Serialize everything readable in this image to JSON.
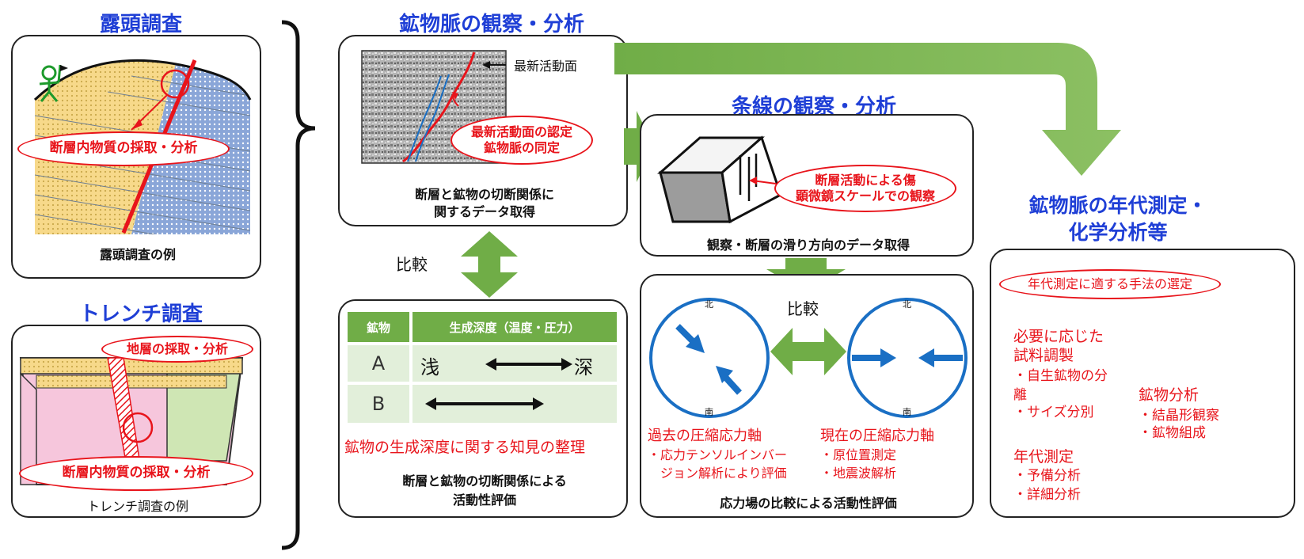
{
  "outcrop": {
    "title": "露頭調査",
    "oval": "断層内物質の採取・分析",
    "caption": "露頭調査の例"
  },
  "trench": {
    "title": "トレンチ調査",
    "oval_top": "地層の採取・分析",
    "oval_bottom": "断層内物質の採取・分析",
    "caption": "トレンチ調査の例"
  },
  "vein": {
    "title": "鉱物脈の観察・分析",
    "label_latest": "最新活動面",
    "oval_line1": "最新活動面の認定",
    "oval_line2": "鉱物脈の同定",
    "caption_line1": "断層と鉱物の切断関係に",
    "caption_line2": "関するデータ取得"
  },
  "compare_left": "比較",
  "depth": {
    "header_mineral": "鉱物",
    "header_depth": "生成深度（温度・圧力）",
    "rows": [
      {
        "mineral": "A",
        "shallow": "浅",
        "deep": "深"
      },
      {
        "mineral": "B",
        "shallow": "",
        "deep": ""
      }
    ],
    "red_line": "鉱物の生成深度に関する知見の整理",
    "caption_line1": "断層と鉱物の切断関係による",
    "caption_line2": "活動性評価"
  },
  "striation": {
    "title": "条線の観察・分析",
    "oval_line1": "断層活動による傷",
    "oval_line2": "顕微鏡スケールでの観察",
    "caption": "観察・断層の滑り方向のデータ取得"
  },
  "stress": {
    "compare": "比較",
    "north": "北",
    "south": "南",
    "past_title": "過去の圧縮応力軸",
    "past_item_line1": "・応力テンソルインバー",
    "past_item_line2": "ジョン解析により評価",
    "present_title": "現在の圧縮応力軸",
    "present_items": [
      "・原位置測定",
      "・地震波解析"
    ],
    "caption": "応力場の比較による活動性評価"
  },
  "dating": {
    "title_line1": "鉱物脈の年代測定・",
    "title_line2": "化学分析等",
    "oval": "年代測定に適する手法の選定",
    "prep_title_line1": "必要に応じた",
    "prep_title_line2": "試料調製",
    "prep_item1_line1": "・自生鉱物の分",
    "prep_item1_line2": "離",
    "prep_item2": "・サイズ分別",
    "age_title": "年代測定",
    "age_items": [
      "・予備分析",
      "・詳細分析"
    ],
    "mineral_title": "鉱物分析",
    "mineral_items": [
      "・結晶形観察",
      "・鉱物組成"
    ]
  },
  "colors": {
    "title_blue": "#1f3fd6",
    "accent_red": "#e8141b",
    "arrow_green": "#70ad47",
    "stress_blue": "#1a6fc4"
  }
}
